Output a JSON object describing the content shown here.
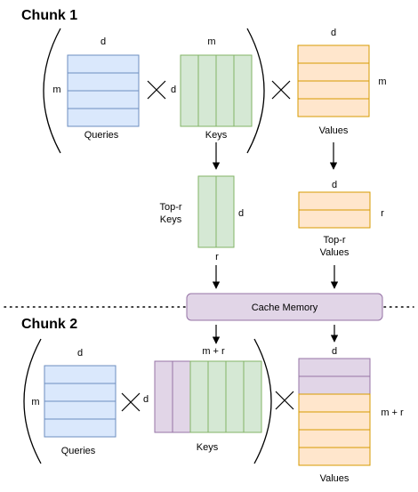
{
  "chunk1": {
    "title": "Chunk 1",
    "queries": {
      "label": "Queries",
      "top": "d",
      "side": "m"
    },
    "keys": {
      "label": "Keys",
      "top": "m",
      "side": "d"
    },
    "values": {
      "label": "Values",
      "top": "d",
      "side": "m"
    }
  },
  "topr": {
    "keys": {
      "label_line1": "Top-r",
      "label_line2": "Keys",
      "side": "d",
      "bottom": "r"
    },
    "values": {
      "label_line1": "Top-r",
      "label_line2": "Values",
      "top": "d",
      "side": "r"
    }
  },
  "cache": {
    "label": "Cache Memory"
  },
  "chunk2": {
    "title": "Chunk 2",
    "queries": {
      "label": "Queries",
      "top": "d",
      "side": "m"
    },
    "keys": {
      "label": "Keys",
      "top": "m + r",
      "side": "d"
    },
    "values": {
      "label": "Values",
      "top": "d",
      "side": "m + r"
    }
  },
  "colors": {
    "queries": "#dae8fc",
    "keys": "#d5e8d4",
    "values": "#ffe6cc",
    "cache": "#e1d5e7"
  }
}
